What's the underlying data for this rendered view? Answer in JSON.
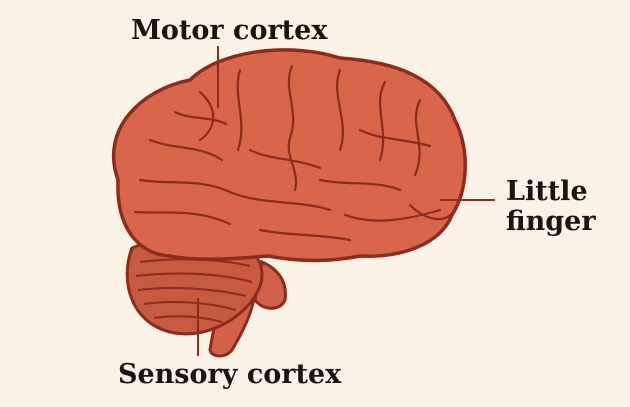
{
  "labels": {
    "motor": "Motor cortex",
    "finger_line1": "Little",
    "finger_line2": "finger",
    "sensory": "Sensory cortex"
  },
  "colors": {
    "background": "#fbf3e6",
    "brain_fill": "#d9664a",
    "brain_outline": "#8c2c1c",
    "cerebellum_fill": "#c85a40",
    "stem_fill": "#d4614a",
    "text": "#1c1410"
  }
}
